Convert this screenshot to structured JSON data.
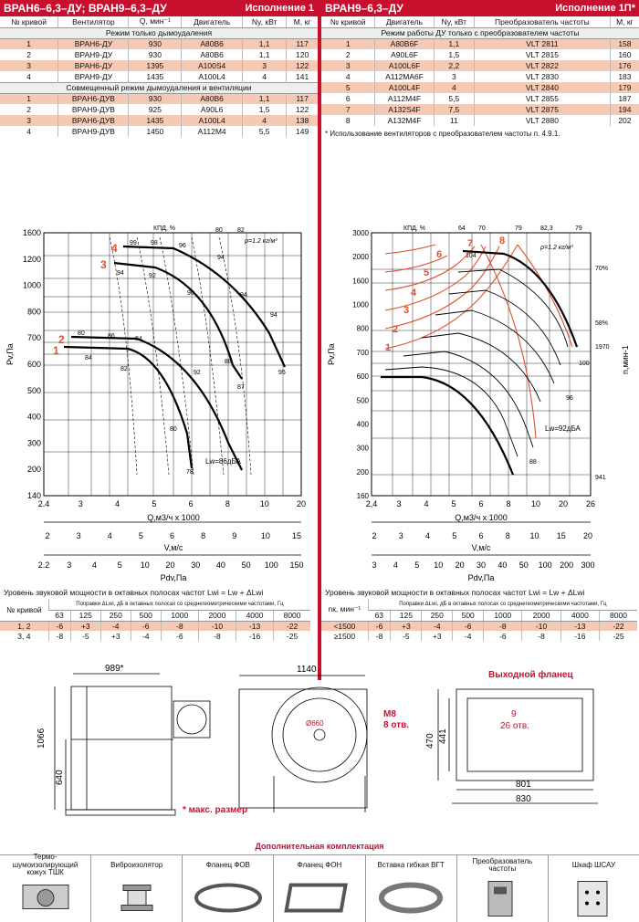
{
  "left": {
    "title": "ВРАН6–6,3–ДУ; ВРАН9–6,3–ДУ",
    "exec": "Исполнение 1",
    "columns": [
      "№ кривой",
      "Вентилятор",
      "Q, мин⁻¹",
      "Двигатель",
      "Ny, кВт",
      "М, кг"
    ],
    "section1": "Режим только дымоудаления",
    "rows1": [
      [
        "1",
        "ВРАН6-ДУ",
        "930",
        "А80В6",
        "1,1",
        "117"
      ],
      [
        "2",
        "ВРАН9-ДУ",
        "930",
        "А80В6",
        "1,1",
        "120"
      ],
      [
        "3",
        "ВРАН6-ДУ",
        "1395",
        "А100S4",
        "3",
        "122"
      ],
      [
        "4",
        "ВРАН9-ДУ",
        "1435",
        "А100L4",
        "4",
        "141"
      ]
    ],
    "section2": "Совмещенный режим дымоудаления и вентиляции",
    "rows2": [
      [
        "1",
        "ВРАН6-ДУВ",
        "930",
        "А80В6",
        "1,1",
        "117"
      ],
      [
        "2",
        "ВРАН9-ДУВ",
        "925",
        "А90L6",
        "1,5",
        "122"
      ],
      [
        "3",
        "ВРАН6-ДУВ",
        "1435",
        "А100L4",
        "4",
        "138"
      ],
      [
        "4",
        "ВРАН9-ДУВ",
        "1450",
        "А112М4",
        "5,5",
        "149"
      ]
    ]
  },
  "right": {
    "title": "ВРАН9–6,3–ДУ",
    "exec": "Исполнение 1П*",
    "columns": [
      "№ кривой",
      "Двигатель",
      "Ny, кВт",
      "Преобразователь частоты",
      "М, кг"
    ],
    "section1": "Режим работы ДУ только с преобразователем частоты",
    "rows1": [
      [
        "1",
        "А80В6F",
        "1,1",
        "VLT 2811",
        "158"
      ],
      [
        "2",
        "А90L6F",
        "1,5",
        "VLT 2815",
        "160"
      ],
      [
        "3",
        "А100L6F",
        "2,2",
        "VLT 2822",
        "176"
      ],
      [
        "4",
        "А112МА6F",
        "3",
        "VLT 2830",
        "183"
      ],
      [
        "5",
        "А100L4F",
        "4",
        "VLT 2840",
        "179"
      ],
      [
        "6",
        "А112М4F",
        "5,5",
        "VLT 2855",
        "187"
      ],
      [
        "7",
        "А132S4F",
        "7,5",
        "VLT 2875",
        "194"
      ],
      [
        "8",
        "А132М4F",
        "11",
        "VLT 2880",
        "202"
      ]
    ],
    "note": "* Использование вентиляторов с преобразователем частоты п. 4.9.1."
  },
  "chart_left": {
    "kpd_label": "КПД, %",
    "rho": "ρ=1.2 кг/м³",
    "ylabel": "Pv,Па",
    "yticks": [
      "1600",
      "1200",
      "1000",
      "800",
      "700",
      "600",
      "500",
      "400",
      "300",
      "200",
      "140"
    ],
    "q_ticks": [
      "2.4",
      "3",
      "4",
      "5",
      "6",
      "8",
      "10",
      "20"
    ],
    "q_label": "Q,м3/ч х 1000",
    "v_ticks": [
      "2",
      "3",
      "4",
      "5",
      "6",
      "8",
      "9",
      "10",
      "15"
    ],
    "v_label": "V,м/с",
    "pdv_ticks": [
      "2.2",
      "3",
      "4",
      "5",
      "10",
      "20",
      "30",
      "40",
      "50",
      "100",
      "150"
    ],
    "pdv_label": "Pdv,Па",
    "curve_labels": [
      "1",
      "2",
      "3",
      "4"
    ],
    "eff_labels": [
      "80",
      "82",
      "99",
      "98",
      "96",
      "94",
      "92",
      "90",
      "88",
      "86",
      "84",
      "82",
      "84",
      "80",
      "78",
      "88",
      "87",
      "94",
      "95",
      "90",
      "94"
    ],
    "lw": "Lw=86дБА"
  },
  "chart_right": {
    "kpd_label": "КПД, %",
    "rho": "ρ=1.2 кг/м³",
    "ylabel": "Pv,Па",
    "rlabel": "n,мин-1",
    "yticks": [
      "3000",
      "2000",
      "1600",
      "1000",
      "800",
      "700",
      "600",
      "500",
      "400",
      "300",
      "200",
      "160"
    ],
    "q_ticks": [
      "2,4",
      "3",
      "4",
      "5",
      "6",
      "8",
      "10",
      "20",
      "26"
    ],
    "q_label": "Q,м3/ч х 1000",
    "v_ticks": [
      "2",
      "3",
      "4",
      "5",
      "6",
      "8",
      "10",
      "15",
      "20"
    ],
    "v_label": "V,м/с",
    "pdv_ticks": [
      "3",
      "4",
      "5",
      "10",
      "20",
      "30",
      "40",
      "50",
      "100",
      "200",
      "300"
    ],
    "pdv_label": "Pdv,Па",
    "top_eff": [
      "64",
      "70",
      "79",
      "82,3",
      "79"
    ],
    "pct": [
      "70%",
      "58%"
    ],
    "rpm": [
      "1970",
      "941"
    ],
    "misc": [
      "104",
      "100",
      "96",
      "88"
    ],
    "lw": "Lw=92дБА",
    "curve_labels": [
      "1",
      "2",
      "3",
      "4",
      "5",
      "6",
      "7",
      "8"
    ]
  },
  "noise_left": {
    "title": "Уровень звуковой мощности в октавных полосах частот Lwi = Lw + ΔLwi",
    "col0": "№ кривой",
    "sub": "Поправки ΔLwi, дБ в октавных полосах со среднегеометрическими частотами, Гц",
    "freqs": [
      "63",
      "125",
      "250",
      "500",
      "1000",
      "2000",
      "4000",
      "8000"
    ],
    "rows": [
      [
        "1, 2",
        "-6",
        "+3",
        "-4",
        "-6",
        "-8",
        "-10",
        "-13",
        "-22"
      ],
      [
        "3, 4",
        "-8",
        "-5",
        "+3",
        "-4",
        "-6",
        "-8",
        "-16",
        "-25"
      ]
    ]
  },
  "noise_right": {
    "title": "Уровень звуковой мощности в октавных полосах частот Lwi = Lw + ΔLwi",
    "col0": "nк, мин⁻¹",
    "sub": "Поправки ΔLwi, дБ в октавных полосах со среднегеометрическими частотами, Гц",
    "freqs": [
      "63",
      "125",
      "250",
      "500",
      "1000",
      "2000",
      "4000",
      "8000"
    ],
    "rows": [
      [
        "<1500",
        "-6",
        "+3",
        "-4",
        "-6",
        "-8",
        "-10",
        "-13",
        "-22"
      ],
      [
        "≥1500",
        "-8",
        "-5",
        "+3",
        "-4",
        "-6",
        "-8",
        "-16",
        "-25"
      ]
    ]
  },
  "drawing": {
    "dim_989": "989*",
    "dim_1066": "1066",
    "dim_640": "640",
    "dim_1140": "1140",
    "dia": "Ø660",
    "bolt": "M8",
    "bolt_n": "8 отв.",
    "max_note": "* макс. размер",
    "flange_title": "Выходной фланец",
    "f_9": "9",
    "f_26": "26 отв.",
    "f_470": "470",
    "f_441": "441",
    "f_801": "801",
    "f_830": "830"
  },
  "additional": {
    "title": "Дополнительная комплектация",
    "items": [
      "Термо-шумоизолирующий кожух ТШК",
      "Виброизолятор",
      "Фланец ФОВ",
      "Фланец ФОН",
      "Вставка гибкая ВГТ",
      "Преобразователь частоты",
      "Шкаф ШСАУ"
    ]
  }
}
